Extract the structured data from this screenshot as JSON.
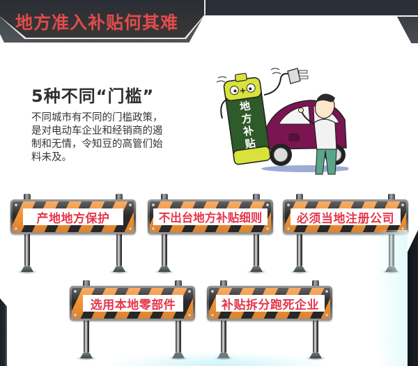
{
  "banner": {
    "title": "地方准入补贴何其难",
    "title_color": "#e24b4b",
    "band_color": "#2b2f38"
  },
  "intro": {
    "heading": "5种不同“门槛”",
    "paragraph_lines": [
      "不同城市有不同的门槛政策，",
      "是对电动车企业和经销商的遏",
      "制和无情，令知豆的高管们始",
      "料未及。"
    ]
  },
  "illustration": {
    "description": "cartoon battery with plug beside a purple electric car and a worried man",
    "battery_label": "地方补贴",
    "battery_label_chars": [
      "地",
      "方",
      "补",
      "贴"
    ],
    "battery_color": "#2f5a2a",
    "battery_cap_color": "#d9e23a",
    "car_color": "#7a1552"
  },
  "barriers": [
    {
      "label": "产地地方保护"
    },
    {
      "label": "不出台地方补贴细则"
    },
    {
      "label": "必须当地注册公司"
    },
    {
      "label": "选用本地零部件"
    },
    {
      "label": "补贴拆分跑死企业"
    }
  ],
  "colors": {
    "sign_text": "#e5364a",
    "stripe_orange": "#f39235",
    "stripe_dark": "#2b2b2b"
  }
}
